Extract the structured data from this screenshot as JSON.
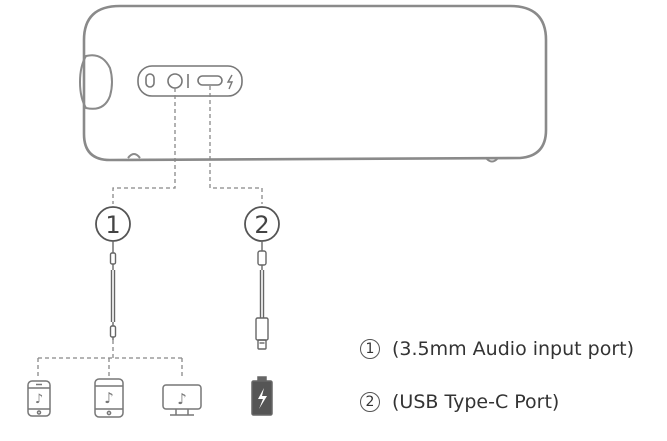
{
  "callouts": [
    {
      "marker": "1",
      "label": "(3.5mm Audio input port)"
    },
    {
      "marker": "2",
      "label": "(USB Type-C Port)"
    }
  ],
  "icons": {
    "port_charge": "lightning-icon",
    "phone": "phone-music-icon",
    "tablet": "tablet-music-icon",
    "monitor": "monitor-music-icon",
    "battery": "battery-icon"
  },
  "colors": {
    "line": "#888888",
    "text": "#333333"
  }
}
